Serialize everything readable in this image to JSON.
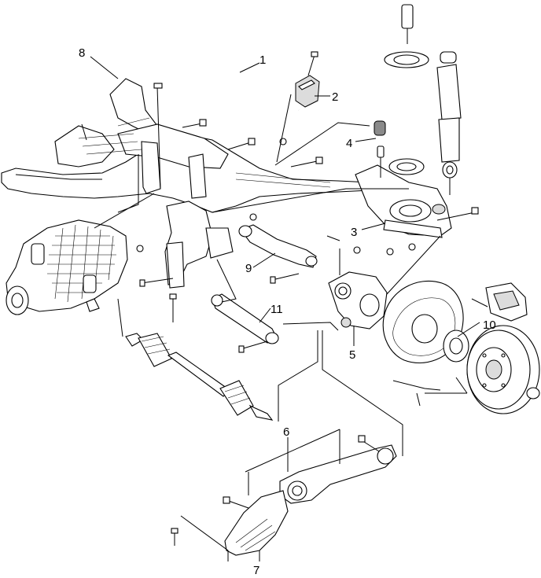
{
  "callouts": [
    {
      "id": "1",
      "text": "1"
    },
    {
      "id": "2",
      "text": "2"
    },
    {
      "id": "3",
      "text": "3"
    },
    {
      "id": "4",
      "text": "4"
    },
    {
      "id": "5",
      "text": "5"
    },
    {
      "id": "6",
      "text": "6"
    },
    {
      "id": "7",
      "text": "7"
    },
    {
      "id": "8",
      "text": "8"
    },
    {
      "id": "9",
      "text": "9"
    },
    {
      "id": "10",
      "text": "10"
    },
    {
      "id": "11",
      "text": "11"
    }
  ],
  "colors": {
    "line": "#000000",
    "fill": "#ffffff",
    "shade": "#dcdcdc",
    "dark": "#8a8a8a"
  }
}
